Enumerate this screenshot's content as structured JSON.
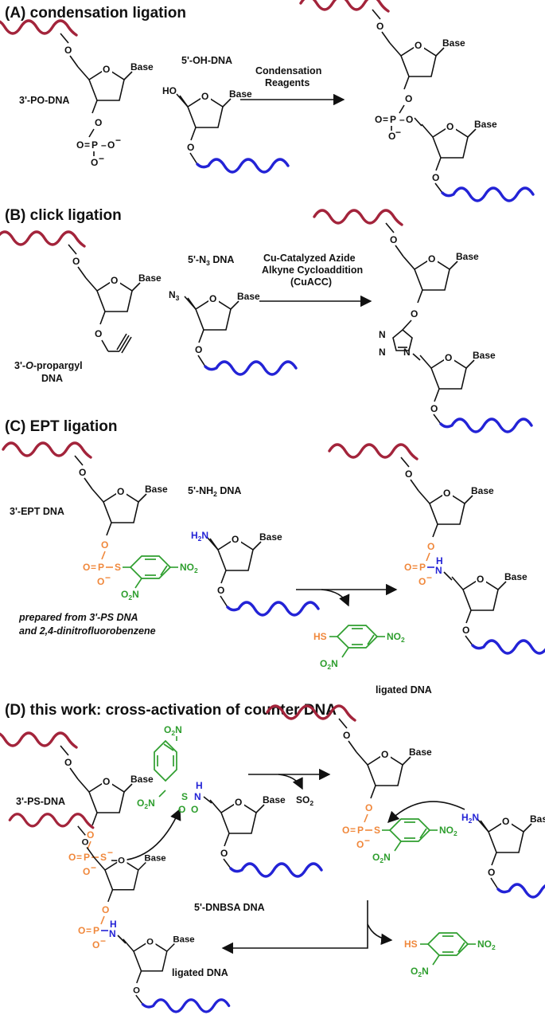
{
  "colors": {
    "top_strand": "#a3243b",
    "bottom_strand": "#2323d6",
    "phosphate": "#f0883c",
    "dinitrophenyl": "#2e9e2e",
    "amine": "#2323d6",
    "ink": "#111111"
  },
  "atoms": {
    "base": "Base",
    "o": "O",
    "p": "P",
    "s": "S",
    "n": "N",
    "h": "H",
    "minus": "−",
    "equals": "=",
    "ho": "HO",
    "h2n": "H",
    "two": "2",
    "three": "3",
    "sh": "HS",
    "no2": "NO",
    "o2n": "O",
    "so2": "SO"
  },
  "panel_a": {
    "title": "(A) condensation ligation",
    "donor_label": "3'-PO-DNA",
    "acceptor_label": "5'-OH-DNA",
    "reagent_line1": "Condensation",
    "reagent_line2": "Reagents"
  },
  "panel_b": {
    "title": "(B) click ligation",
    "donor_label_prefix": "3'-",
    "donor_label_italic": "O",
    "donor_label_suffix": "-propargyl",
    "donor_label_line2": "DNA",
    "acceptor_label_prefix": "5'-N",
    "acceptor_label_sub": "3",
    "acceptor_label_suffix": " DNA",
    "reagent_line1": "Cu-Catalyzed Azide",
    "reagent_line2": "Alkyne Cycloaddition",
    "reagent_line3": "(CuACC)",
    "triazole_n": "N"
  },
  "panel_c": {
    "title": "(C) EPT ligation",
    "donor_label": "3'-EPT DNA",
    "acceptor_label_prefix": "5'-NH",
    "acceptor_label_sub": "2",
    "acceptor_label_suffix": " DNA",
    "note_line1": "prepared from 3'-PS DNA",
    "note_line2": "and 2,4-dinitrofluorobenzene",
    "product_label": "ligated DNA"
  },
  "panel_d": {
    "title": "(D) this work: cross-activation of counter DNA",
    "donor_label": "3'-PS-DNA",
    "reagent_label": "5'-DNBSA DNA",
    "product_label": "ligated DNA"
  }
}
